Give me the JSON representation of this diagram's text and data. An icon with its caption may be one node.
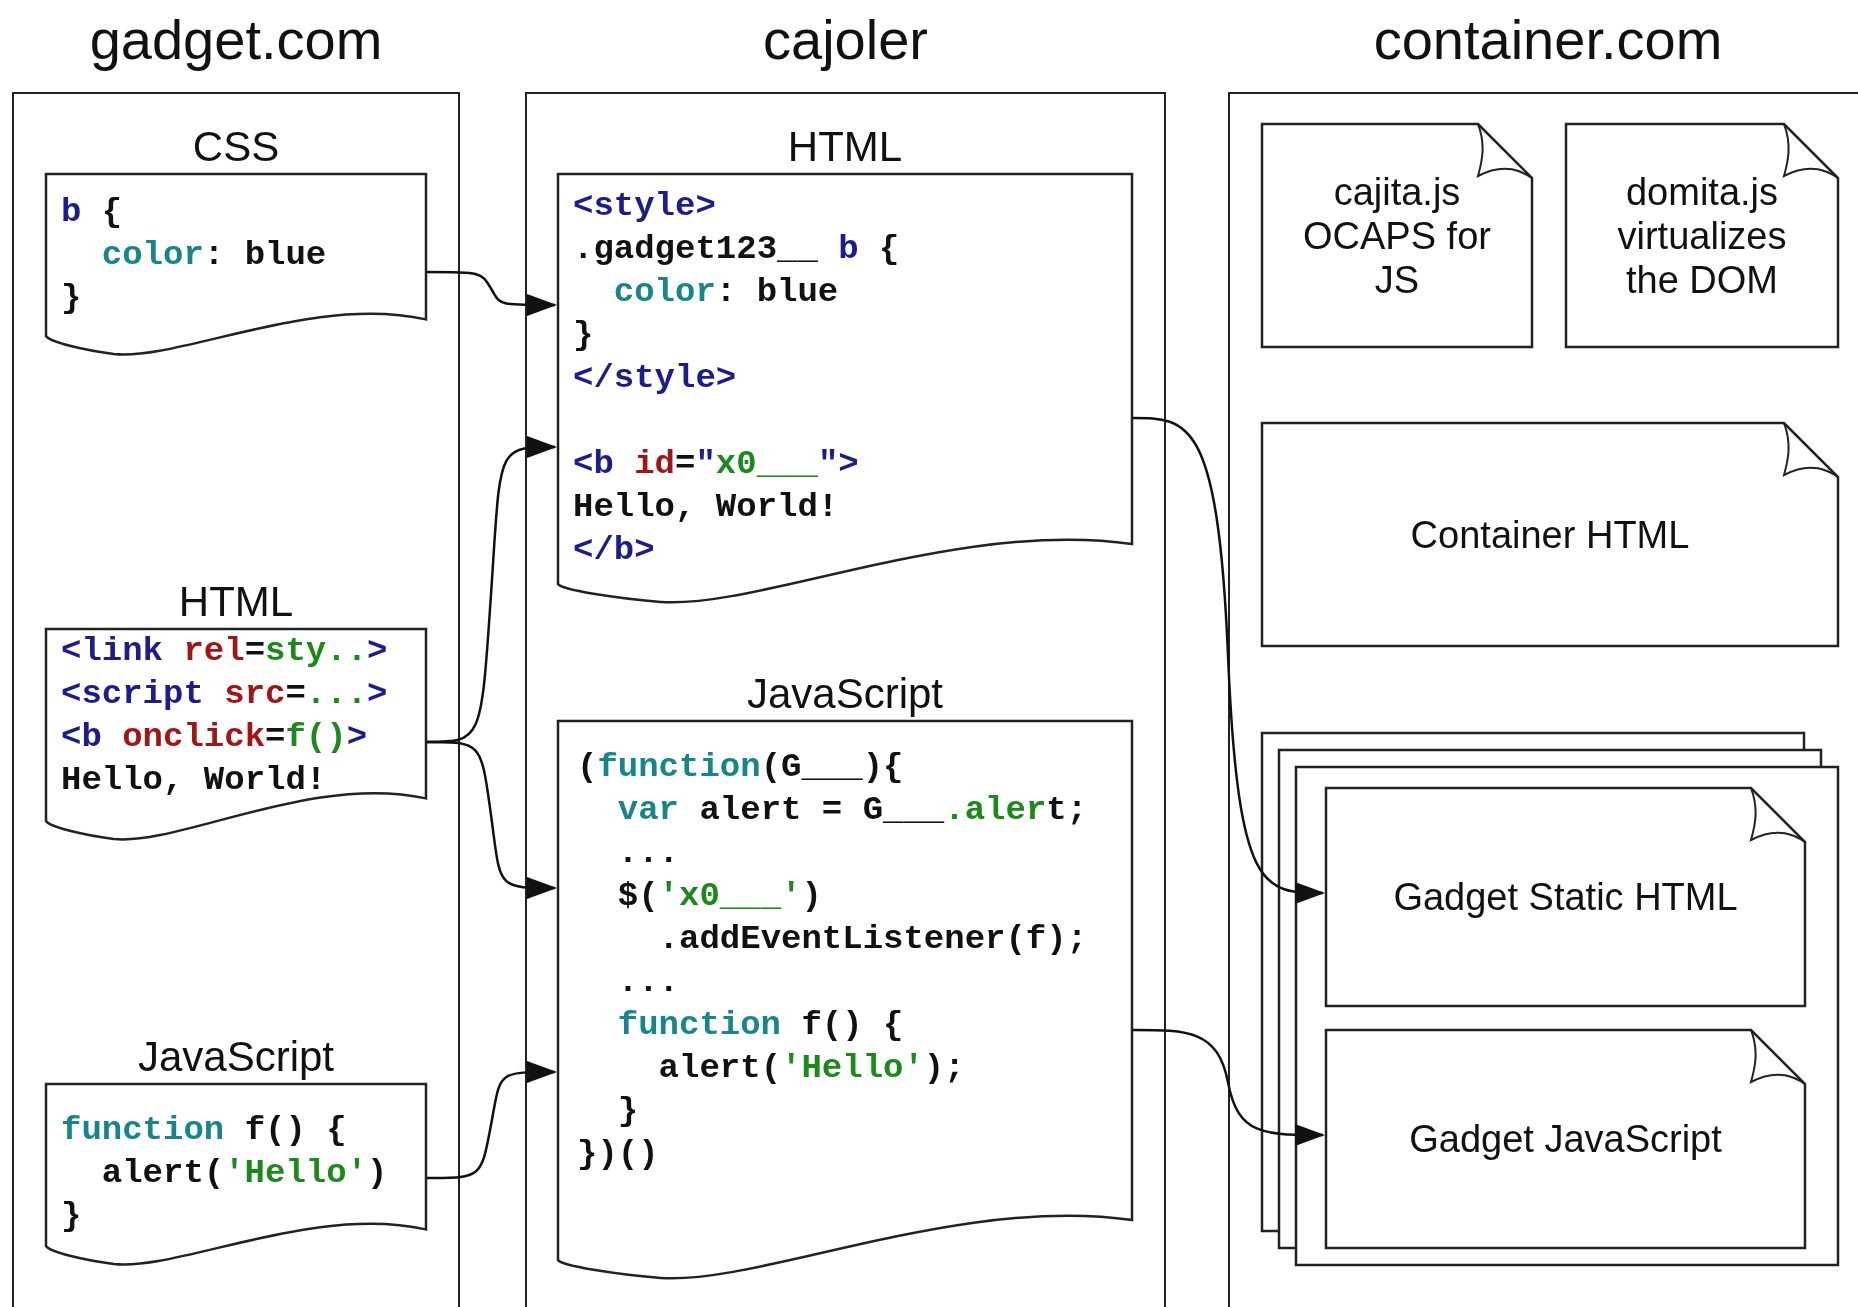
{
  "diagram": {
    "nodes": [
      {
        "text": [
          "gadget.com"
        ]
      },
      {
        "text": [
          "CSS",
          "b {",
          "color: blue",
          "}"
        ],
        "in": 0
      },
      {
        "text": [
          "HTML",
          "<link rel=sty..>",
          "<script src=...>",
          "<b onclick=f()>",
          "Hello, World!"
        ],
        "in": 0
      },
      {
        "text": [
          "JavaScript",
          "function f() {",
          "alert('Hello')",
          "}"
        ],
        "in": 0
      },
      {
        "text": [
          "cajoler"
        ]
      },
      {
        "text": [
          "HTML",
          "<style>",
          ".gadget123__ b {",
          "color: blue",
          "}",
          "</style>",
          "<b id=\"x0___\">",
          "Hello, World!",
          "</b>"
        ],
        "in": 4
      },
      {
        "text": [
          "JavaScript",
          "(function(G___){",
          "var alert = G___.alert;",
          "...",
          "$('x0___')",
          ".addEventListener(f);",
          "...",
          "function f() {",
          "alert('Hello');",
          "}",
          "})()"
        ],
        "in": 4
      },
      {
        "text": [
          "container.com"
        ]
      },
      {
        "text": [
          "cajita.js OCAPS for JS"
        ],
        "in": 7
      },
      {
        "text": [
          "domita.js virtualizes the DOM"
        ],
        "in": 7
      },
      {
        "text": [
          "Container HTML"
        ],
        "in": 7
      },
      {
        "text": [],
        "shape": "box",
        "in": 7
      },
      {
        "text": [
          "Gadget Static HTML"
        ],
        "in": 11
      },
      {
        "text": [
          "Gadget JavaScript"
        ],
        "in": 11
      }
    ],
    "edges": [
      {
        "from": 1,
        "to": 5,
        "arrow": "to"
      },
      {
        "from": 2,
        "to": 5,
        "arrow": "to"
      },
      {
        "from": 2,
        "to": 6,
        "arrow": "to"
      },
      {
        "from": 3,
        "to": 6,
        "arrow": "to"
      },
      {
        "from": 5,
        "to": 12,
        "arrow": "to"
      },
      {
        "from": 6,
        "to": 13,
        "arrow": "to"
      }
    ]
  }
}
